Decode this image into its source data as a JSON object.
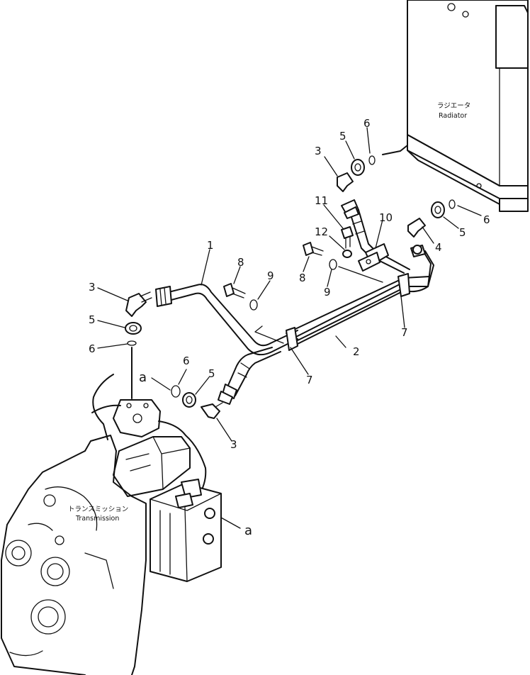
{
  "diagram": {
    "components": {
      "radiator": {
        "label_jp": "ラジエータ",
        "label_en": "Radiator"
      },
      "transmission": {
        "label_jp": "トランスミッション",
        "label_en": "Transmission"
      }
    },
    "callouts": {
      "c1": "1",
      "c2": "2",
      "c3_left": "3",
      "c3_top": "3",
      "c3_bottom": "3",
      "c4": "4",
      "c5_left": "5",
      "c5_top": "5",
      "c5_right": "5",
      "c5_mid": "5",
      "c6_left": "6",
      "c6_top": "6",
      "c6_right": "6",
      "c6_mid": "6",
      "c7_mid": "7",
      "c7_right": "7",
      "c8_left": "8",
      "c8_mid": "8",
      "c9_left": "9",
      "c9_mid": "9",
      "c10": "10",
      "c11": "11",
      "c12": "12",
      "a_left": "a",
      "a_right": "a"
    }
  }
}
